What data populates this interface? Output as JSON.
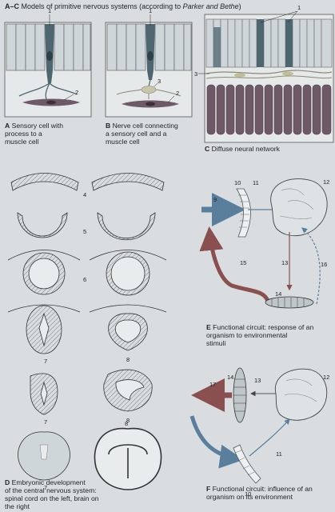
{
  "header": {
    "prefix": "A–C",
    "title": "Models of primitive nervous systems (according to ",
    "authors": "Parker and Bethe",
    "suffix": ")"
  },
  "captions": {
    "A": {
      "letter": "A",
      "text": "Sensory cell with\nprocess to a\nmuscle cell"
    },
    "B": {
      "letter": "B",
      "text": "Nerve cell connecting\na sensory cell and a\nmuscle cell"
    },
    "C": {
      "letter": "C",
      "text": "Diffuse neural network"
    },
    "D": {
      "letter": "D",
      "text": "Embryonic development\nof the central nervous system:\nspinal cord on the left, brain on\nthe right"
    },
    "E": {
      "letter": "E",
      "text": "Functional circuit: response of an\norganism to environmental\nstimuli"
    },
    "F": {
      "letter": "F",
      "text": "Functional circuit: influence of an\norganism on its environment"
    }
  },
  "numbers": {
    "n1a": "1",
    "n2a": "2",
    "n1b": "1",
    "n3b": "3",
    "n2b": "2",
    "n1c": "1",
    "n3c": "3",
    "n4": "4",
    "n5": "5",
    "n6": "6",
    "n7a": "7",
    "n8a": "8",
    "n7b": "7",
    "n8b": "8",
    "n7c": "7",
    "n8c": "8",
    "n9": "9",
    "n10e": "10",
    "n11e": "11",
    "n12e": "12",
    "n13e": "13",
    "n14e": "14",
    "n15": "15",
    "n16": "16",
    "n14f": "14",
    "n13f": "13",
    "n12f": "12",
    "n17": "17",
    "n11f": "11",
    "n10f": "10"
  },
  "colors": {
    "nerve": "#4d6670",
    "muscle": "#6e5a66",
    "arrow_blue": "#5a7f9c",
    "arrow_red": "#8a5050",
    "tissue": "#e9eced"
  }
}
